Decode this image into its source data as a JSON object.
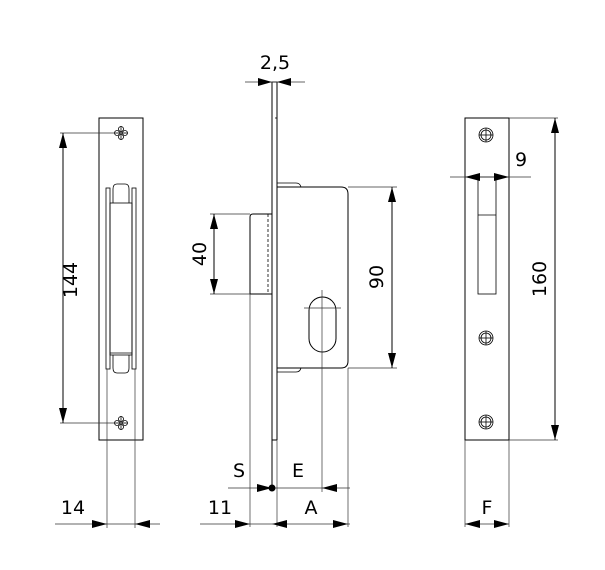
{
  "drawing": {
    "left_view": {
      "height_dim": "144",
      "width_dim": "14"
    },
    "middle_view": {
      "faceplate_thickness_dim": "2,5",
      "latch_height_dim": "40",
      "case_height_dim": "90",
      "setback_dim": "11",
      "backset_dim": "A",
      "label_s": "S",
      "label_e": "E"
    },
    "right_view": {
      "slot_width_dim": "9",
      "height_dim": "160",
      "width_dim": "F"
    }
  }
}
